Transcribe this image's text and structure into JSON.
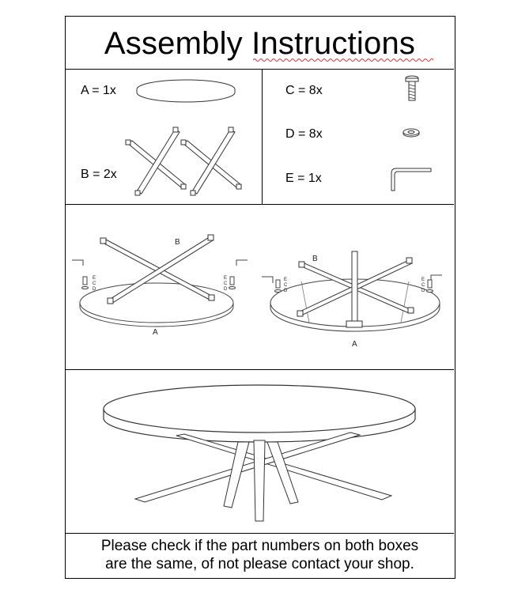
{
  "title": "Assembly Instructions",
  "parts": [
    {
      "id": "A",
      "label": "A = 1x",
      "icon": "tabletop-icon"
    },
    {
      "id": "B",
      "label": "B = 2x",
      "icon": "cross-leg-icon"
    },
    {
      "id": "C",
      "label": "C = 8x",
      "icon": "bolt-icon"
    },
    {
      "id": "D",
      "label": "D = 8x",
      "icon": "washer-icon"
    },
    {
      "id": "E",
      "label": "E = 1x",
      "icon": "allen-key-icon"
    }
  ],
  "steps": {
    "step1": {
      "top_label": "B",
      "bottom_label": "A",
      "side_labels": [
        "E",
        "C",
        "D"
      ]
    },
    "step2": {
      "top_label": "B",
      "bottom_label": "A",
      "side_labels": [
        "E",
        "C",
        "D"
      ]
    }
  },
  "note": {
    "line1": "Please check if the part numbers on both boxes",
    "line2": "are the same, of not please contact your shop."
  }
}
